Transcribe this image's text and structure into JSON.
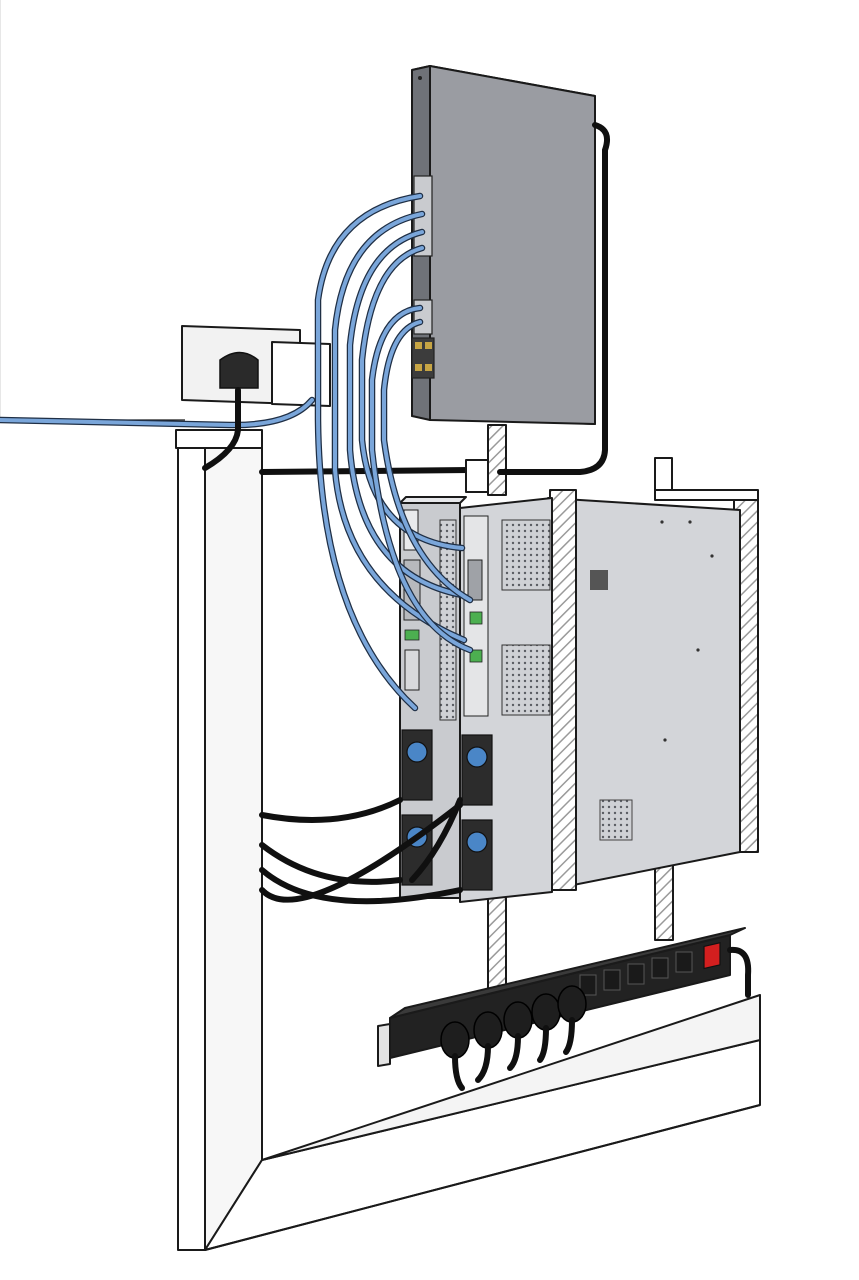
{
  "scene": {
    "colors": {
      "background": "#ffffff",
      "network_switch": "#8e9096",
      "server_chassis": "#d3d5d9",
      "network_cable": "#7aa6da",
      "power_cable": "#1a1a1a",
      "power_strip": "#1f1f1f",
      "power_switch": "#d31f1f",
      "bracket_hatch": "#b9b9b9"
    },
    "components": [
      "network-switch",
      "server-1",
      "server-2",
      "wall-outlet",
      "power-strip",
      "mounting-frame",
      "wall-bracket"
    ]
  }
}
